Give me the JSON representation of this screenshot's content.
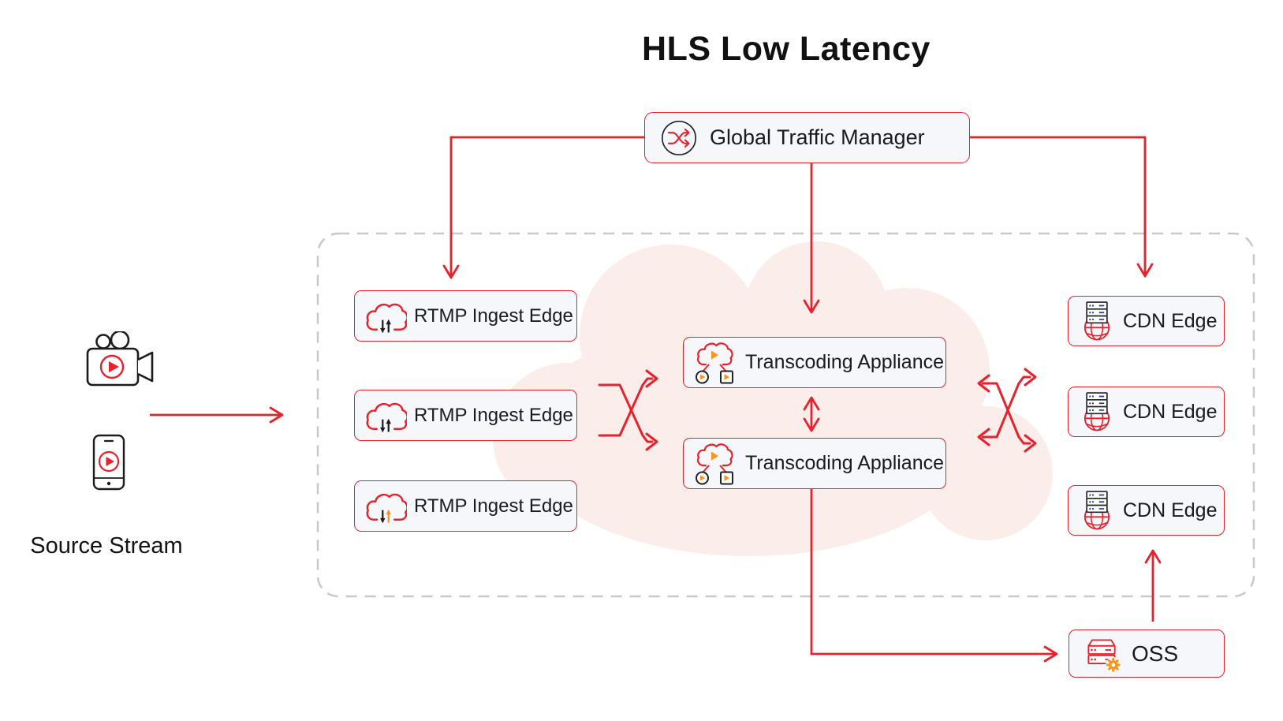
{
  "title": "HLS Low Latency",
  "colors": {
    "accent_red": "#e8222d",
    "orange": "#f7941d",
    "server_blue": "#2b3990",
    "node_fill": "#f6f7fa",
    "dashed_border": "#c9c9c9",
    "cloud_blob_pink": "#fbedea",
    "text": "#1b1b1b"
  },
  "source": {
    "label": "Source Stream",
    "icons": [
      "video-camera-icon",
      "smartphone-icon"
    ]
  },
  "traffic_manager": {
    "label": "Global Traffic Manager",
    "icon": "shuffle-circle-icon"
  },
  "cluster": {
    "ingest_nodes": [
      {
        "label": "RTMP Ingest Edge",
        "icon": "cloud-updown-icon",
        "arrow_colors": [
          "black",
          "black"
        ]
      },
      {
        "label": "RTMP Ingest Edge",
        "icon": "cloud-updown-icon",
        "arrow_colors": [
          "black",
          "black"
        ]
      },
      {
        "label": "RTMP Ingest Edge",
        "icon": "cloud-updown-icon",
        "arrow_colors": [
          "black",
          "orange"
        ]
      }
    ],
    "transcoding_nodes": [
      {
        "label": "Transcoding Appliance",
        "icon": "cloud-transcode-icon"
      },
      {
        "label": "Transcoding Appliance",
        "icon": "cloud-transcode-icon"
      }
    ],
    "cdn_nodes": [
      {
        "label": "CDN Edge",
        "icon": "server-globe-icon"
      },
      {
        "label": "CDN Edge",
        "icon": "server-globe-icon"
      },
      {
        "label": "CDN Edge",
        "icon": "server-globe-icon"
      }
    ]
  },
  "oss": {
    "label": "OSS",
    "icon": "server-gear-icon"
  },
  "flows": [
    {
      "from": "source-stream",
      "to": "ingest-cluster"
    },
    {
      "from": "global-traffic-manager",
      "to": "rtmp-ingest-edge-1"
    },
    {
      "from": "global-traffic-manager",
      "to": "transcoding-appliance-1"
    },
    {
      "from": "global-traffic-manager",
      "to": "cdn-edge-1"
    },
    {
      "from": "rtmp-ingest-edges",
      "to": "transcoding-appliances",
      "style": "crossover"
    },
    {
      "from": "transcoding-appliance-1",
      "to": "transcoding-appliance-2",
      "style": "bidirectional"
    },
    {
      "from": "transcoding-appliances",
      "to": "cdn-edges",
      "style": "crossover-bidirectional"
    },
    {
      "from": "transcoding-appliance-2",
      "to": "oss"
    },
    {
      "from": "oss",
      "to": "cdn-edge-3"
    }
  ]
}
